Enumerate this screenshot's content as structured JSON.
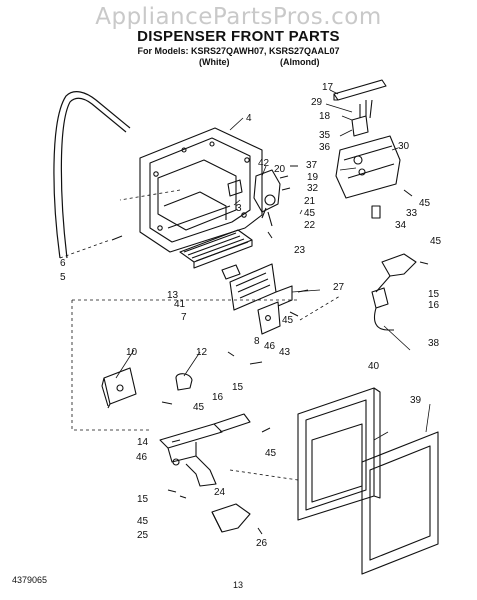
{
  "watermark": "AppliancePartsPros.com",
  "title": "DISPENSER FRONT PARTS",
  "models_line": "For Models: KSRS27QAWH07, KSRS27QAAL07",
  "variant_white": "(White)",
  "variant_almond": "(Almond)",
  "doc_number": "4379065",
  "page_number": "13",
  "callouts": [
    "17",
    "29",
    "18",
    "35",
    "36",
    "30",
    "37",
    "19",
    "32",
    "45",
    "33",
    "34",
    "42",
    "20",
    "3",
    "21",
    "45",
    "22",
    "23",
    "4",
    "6",
    "5",
    "13",
    "41",
    "7",
    "27",
    "45",
    "8",
    "46",
    "43",
    "45",
    "15",
    "16",
    "38",
    "10",
    "12",
    "45",
    "40",
    "39",
    "16",
    "15",
    "14",
    "46",
    "45",
    "15",
    "24",
    "45",
    "25",
    "26"
  ]
}
